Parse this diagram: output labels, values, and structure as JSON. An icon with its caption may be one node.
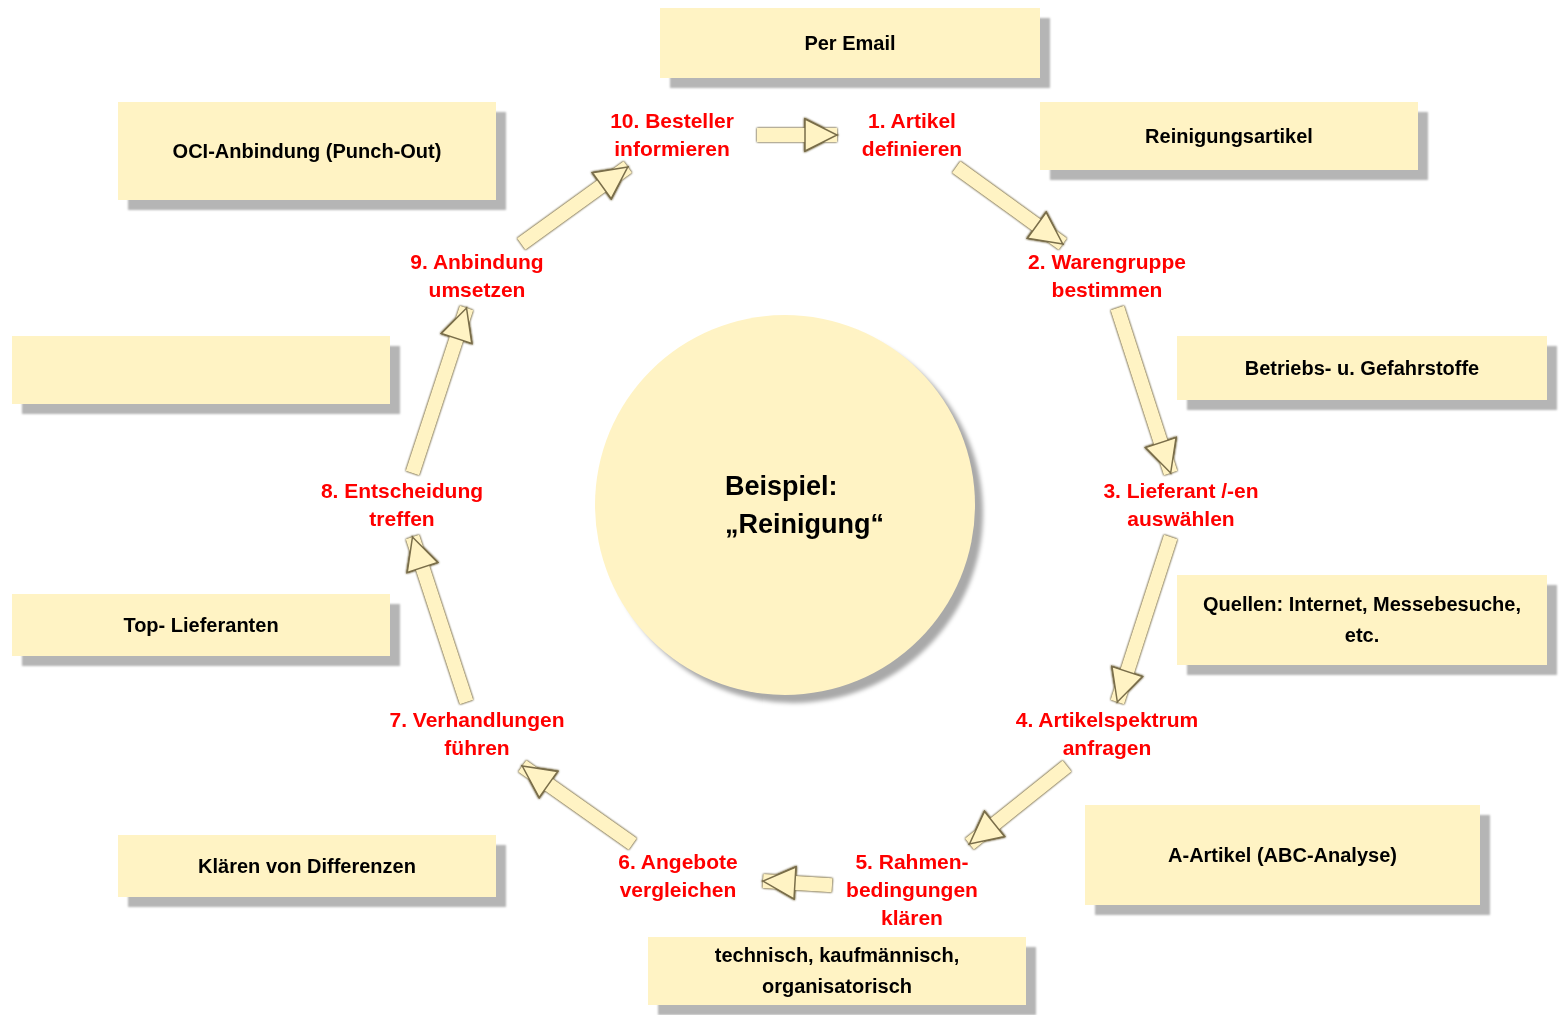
{
  "diagram": {
    "nodes": [
      {
        "text": [
          "Per Email"
        ]
      },
      {
        "text": [
          "OCI-Anbindung (Punch-Out)"
        ]
      },
      {
        "text": [
          "10. Besteller informieren"
        ]
      },
      {
        "text": [
          "1. Artikel definieren"
        ]
      },
      {
        "text": [
          "Reinigungsartikel"
        ]
      },
      {
        "text": [
          "9. Anbindung umsetzen"
        ]
      },
      {
        "text": [
          "2. Warengruppe bestimmen"
        ]
      },
      {
        "text": [
          "Beispiel: „Reinigung“"
        ]
      },
      {
        "text": [],
        "shape": "box"
      },
      {
        "text": [
          "Betriebs- u. Gefahrstoffe"
        ]
      },
      {
        "text": [
          "8. Entscheidung treffen"
        ]
      },
      {
        "text": [
          "3. Lieferant /-en auswählen"
        ]
      },
      {
        "text": [
          "Quellen: Internet, Messebesuche, etc."
        ]
      },
      {
        "text": [
          "Top- Lieferanten"
        ]
      },
      {
        "text": [
          "7. Verhandlungen führen"
        ]
      },
      {
        "text": [
          "4. Artikelspektrum anfragen"
        ]
      },
      {
        "text": [
          "Klären von Differenzen"
        ]
      },
      {
        "text": [
          "5. Rahmen- bedingungen klären"
        ]
      },
      {
        "text": [
          "6. Angebote vergleichen"
        ]
      },
      {
        "text": [
          "A-Artikel (ABC-Analyse)"
        ]
      },
      {
        "text": [
          "technisch, kaufmännisch, organisatorisch"
        ]
      }
    ],
    "edges": [
      {
        "from": 2,
        "to": 3,
        "arrow": "to"
      },
      {
        "from": 3,
        "to": 6,
        "arrow": "to"
      },
      {
        "from": 6,
        "to": 11,
        "arrow": "to"
      },
      {
        "from": 11,
        "to": 15,
        "arrow": "to"
      },
      {
        "from": 15,
        "to": 17,
        "arrow": "to"
      },
      {
        "from": 17,
        "to": 18,
        "arrow": "to"
      },
      {
        "from": 18,
        "to": 14,
        "arrow": "to"
      },
      {
        "from": 14,
        "to": 10,
        "arrow": "to"
      },
      {
        "from": 10,
        "to": 5,
        "arrow": "to"
      },
      {
        "from": 5,
        "to": 2,
        "arrow": "to"
      }
    ]
  }
}
